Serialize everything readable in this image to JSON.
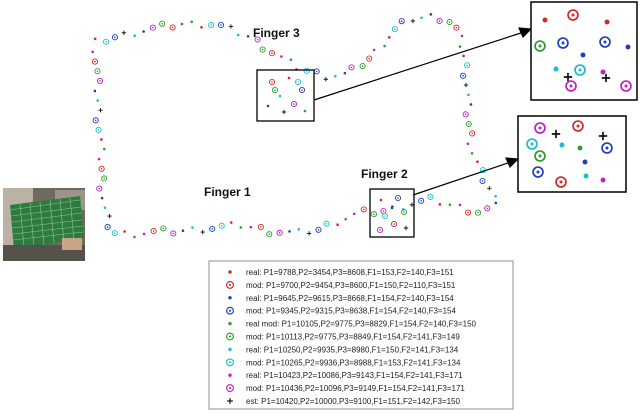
{
  "chart_data": {
    "type": "scatter",
    "annotations": [
      "Finger 3",
      "Finger 1",
      "Finger 2"
    ],
    "legend_position": "bottom-right",
    "series": [
      {
        "marker": "dot",
        "color": "#d62728",
        "label": "real: P1=9788,P2=3454,P3=8608,F1=153,F2=140,F3=151"
      },
      {
        "marker": "circle-dot",
        "color": "#d62728",
        "label": "mod: P1=9700,P2=9454,P3=8600,F1=150,F2=110,F3=151"
      },
      {
        "marker": "dot",
        "color": "#1f3fbf",
        "label": "real: P1=9645,P2=9615,P3=8668,F1=154,F2=140,F3=154"
      },
      {
        "marker": "circle-dot",
        "color": "#1f3fbf",
        "label": "mod: P1=9345,P2=9315,P3=8638,F1=154,F2=140,F3=154"
      },
      {
        "marker": "dot",
        "color": "#2ca02c",
        "label": "real mod: P1=10105,P2=9775,P3=8829,F1=154,F2=140,F3=150"
      },
      {
        "marker": "circle-dot",
        "color": "#2ca02c",
        "label": "mod: P1=10113,P2=9775,P3=8849,F1=154,F2=141,F3=149"
      },
      {
        "marker": "dot",
        "color": "#17becf",
        "label": "real: P1=10250,P2=9935,P3=8980,F1=150,F2=141,F3=134"
      },
      {
        "marker": "circle-dot",
        "color": "#17becf",
        "label": "mod: P1=10265,P2=9936,P3=8988,F1=153,F2=141,F3=134"
      },
      {
        "marker": "dot",
        "color": "#c020c0",
        "label": "real: P1=10423,P2=10086,P3=9143,F1=154,F2=141,F3=171"
      },
      {
        "marker": "circle-dot",
        "color": "#c020c0",
        "label": "mod: P1=10436,P2=10096,P3=9149,F1=154,F2=141,F3=171"
      },
      {
        "marker": "x",
        "color": "#111111",
        "label": "est: P1=10420,P2=10000,P3=9100,F1=151,F2=142,F3=150"
      }
    ]
  }
}
